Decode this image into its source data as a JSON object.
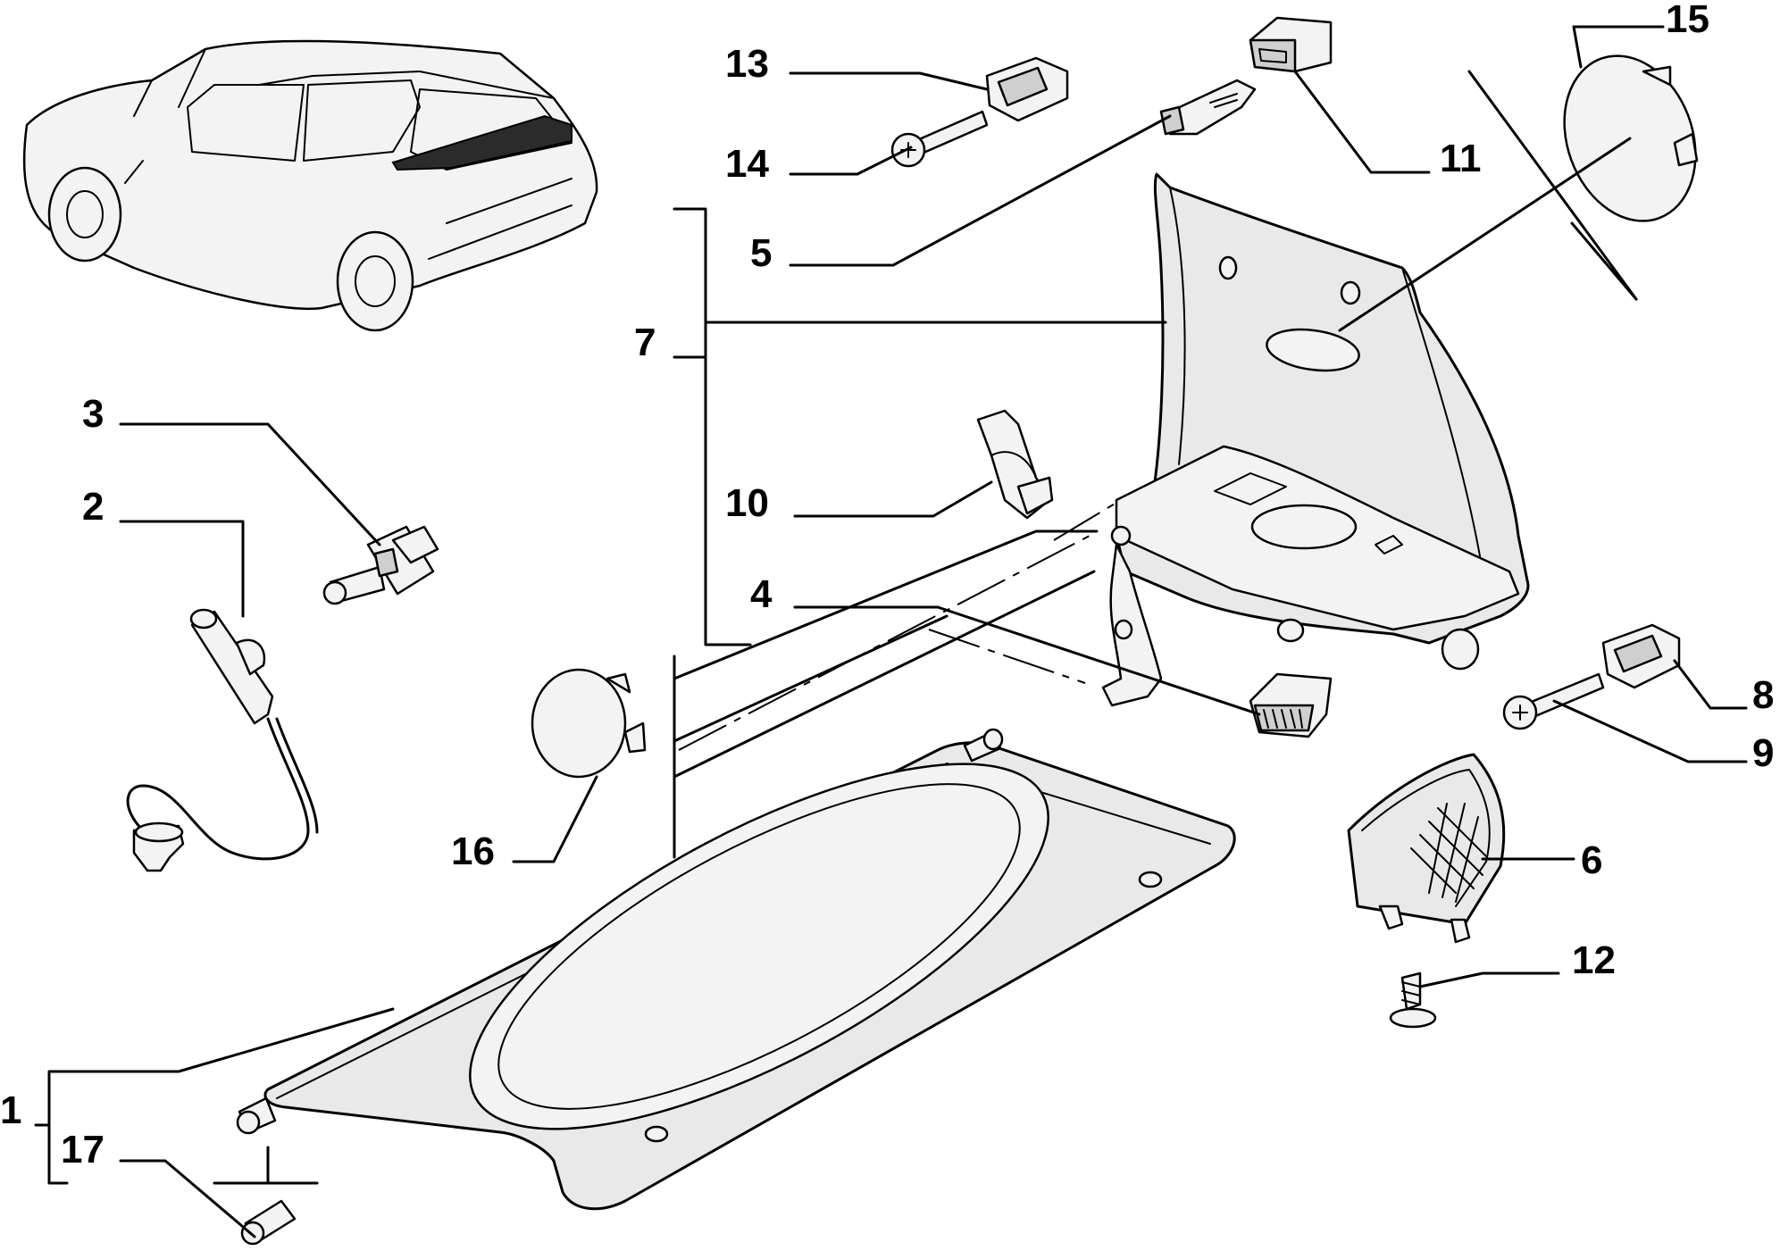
{
  "callouts": [
    {
      "id": "1",
      "label": "1"
    },
    {
      "id": "2",
      "label": "2"
    },
    {
      "id": "3",
      "label": "3"
    },
    {
      "id": "4",
      "label": "4"
    },
    {
      "id": "5",
      "label": "5"
    },
    {
      "id": "6",
      "label": "6"
    },
    {
      "id": "7",
      "label": "7"
    },
    {
      "id": "8",
      "label": "8"
    },
    {
      "id": "9",
      "label": "9"
    },
    {
      "id": "10",
      "label": "10"
    },
    {
      "id": "11",
      "label": "11"
    },
    {
      "id": "12",
      "label": "12"
    },
    {
      "id": "13",
      "label": "13"
    },
    {
      "id": "14",
      "label": "14"
    },
    {
      "id": "15",
      "label": "15"
    },
    {
      "id": "16",
      "label": "16"
    },
    {
      "id": "17",
      "label": "17"
    }
  ],
  "colors": {
    "ink": "#000000",
    "part_fill": "#e9e9e9",
    "highlight": "#2b2b2b",
    "background": "#ffffff"
  }
}
